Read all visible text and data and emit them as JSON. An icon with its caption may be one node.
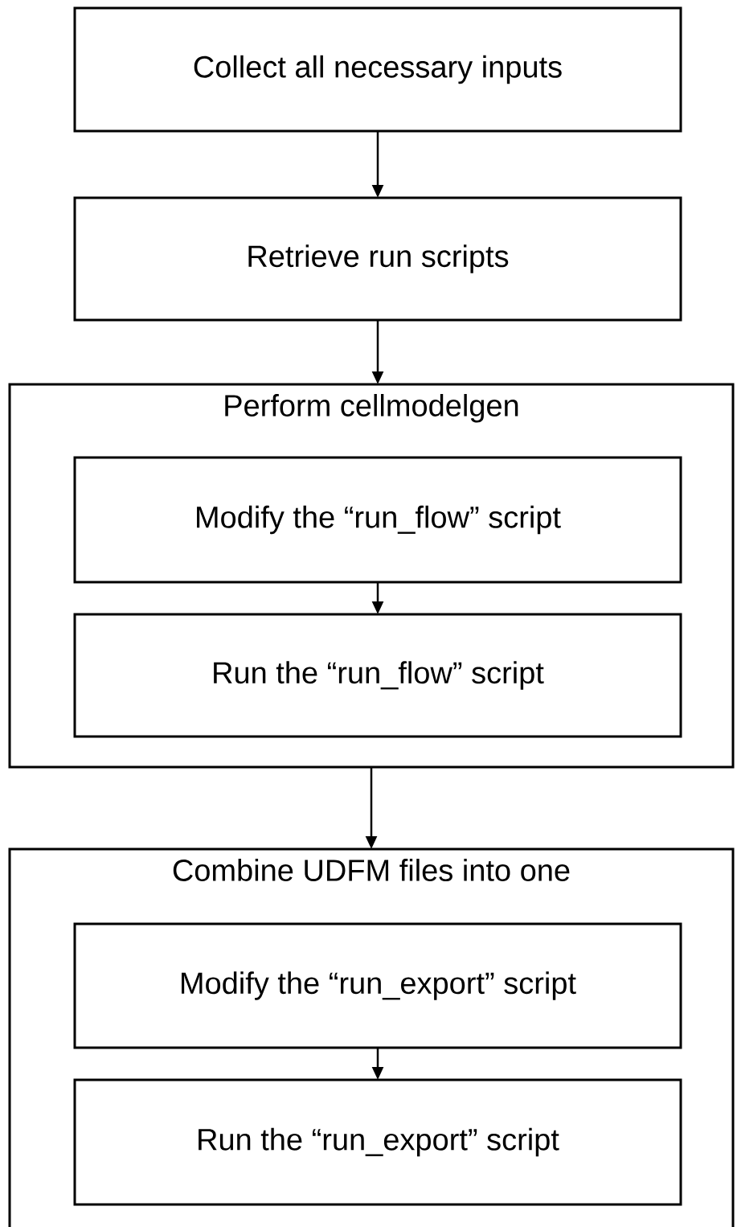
{
  "diagram": {
    "nodes": [
      {
        "text": [
          "Collect all necessary inputs"
        ]
      },
      {
        "text": [
          "Retrieve run scripts"
        ]
      },
      {
        "text": [
          "Perform cellmodelgen"
        ]
      },
      {
        "text": [
          "Modify the “run_flow” script"
        ],
        "in": 2
      },
      {
        "text": [
          "Run the “run_flow” script"
        ],
        "in": 2
      },
      {
        "text": [
          "Combine UDFM files into one"
        ]
      },
      {
        "text": [
          "Modify the “run_export” script"
        ],
        "in": 5
      },
      {
        "text": [
          "Run the “run_export” script"
        ],
        "in": 5
      }
    ],
    "edges": [
      {
        "from": 0,
        "to": 1,
        "arrow": "to"
      },
      {
        "from": 1,
        "to": 2,
        "arrow": "to"
      },
      {
        "from": 3,
        "to": 4,
        "arrow": "to"
      },
      {
        "from": 2,
        "to": 5,
        "arrow": "to"
      },
      {
        "from": 6,
        "to": 7,
        "arrow": "to"
      }
    ]
  }
}
